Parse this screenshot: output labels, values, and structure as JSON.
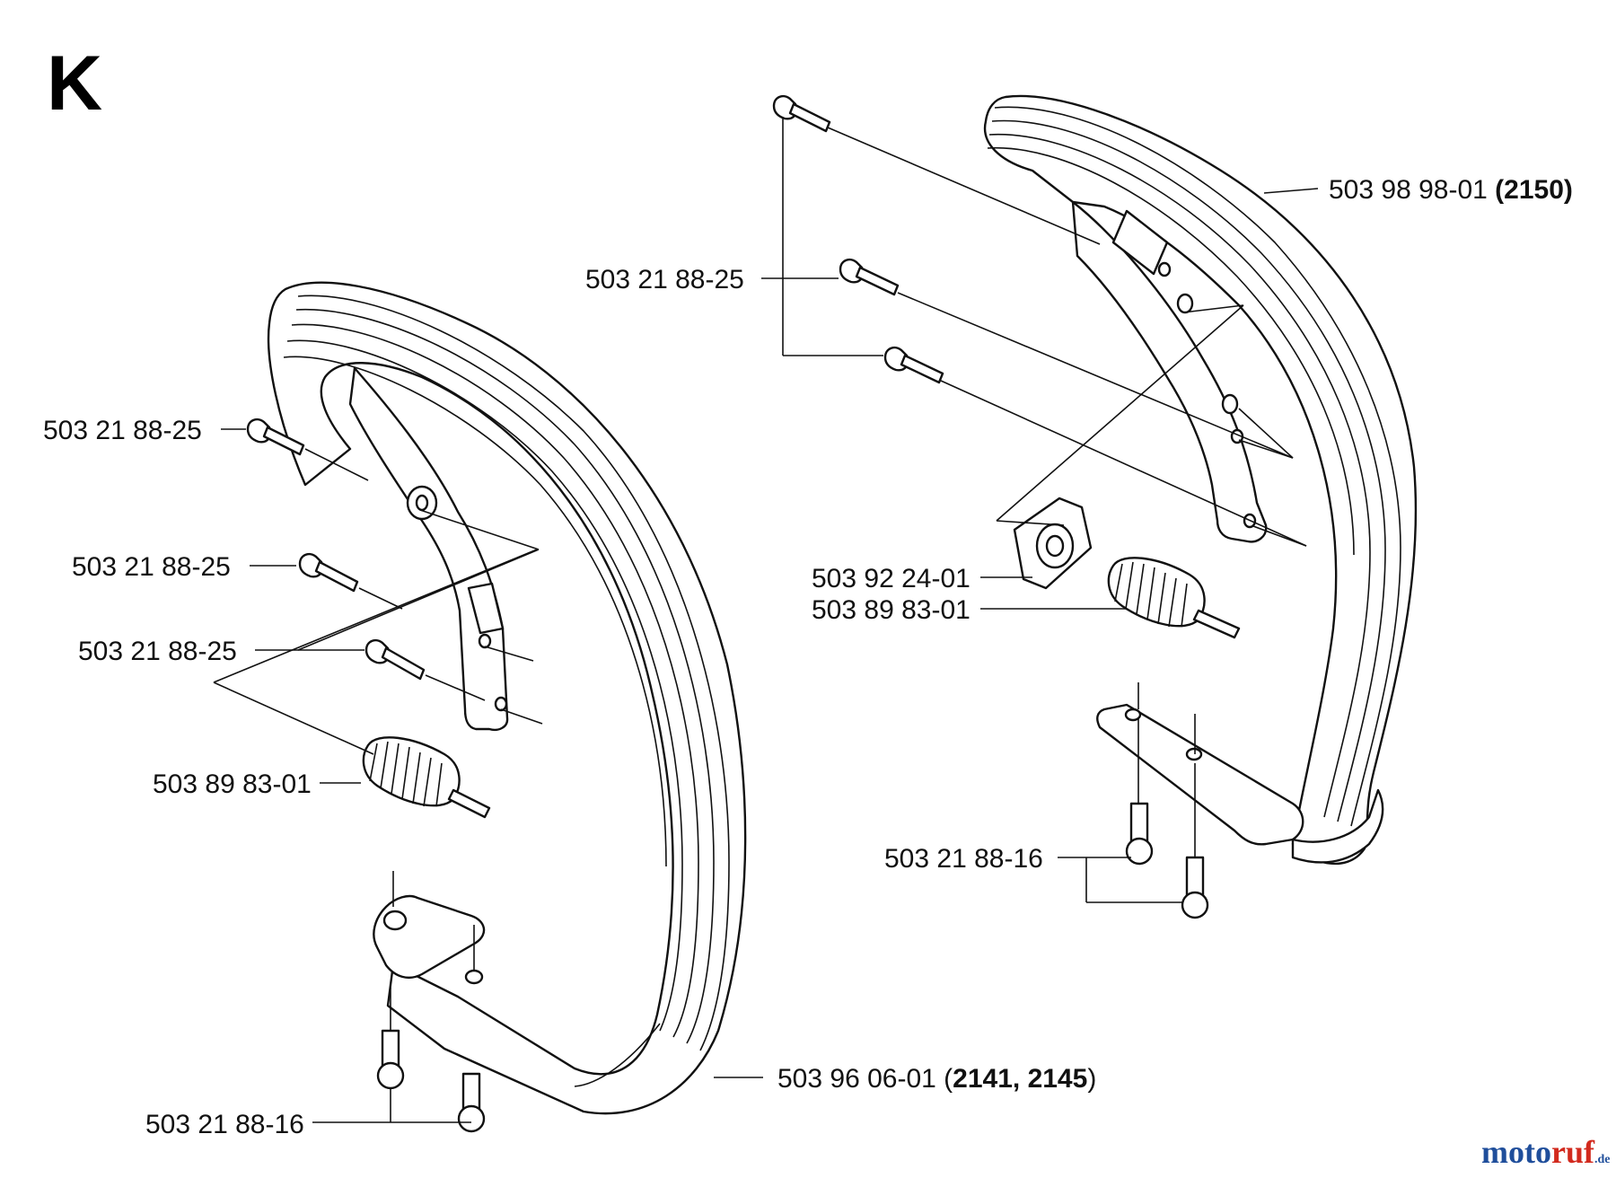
{
  "section_letter": "K",
  "watermark": {
    "prefix": "moto",
    "suffix": "ruf",
    "tld": ".de",
    "colors": [
      "#1f4e9b",
      "#d22a1e",
      "#f0a800",
      "#2a8a3e"
    ]
  },
  "callouts": {
    "left_bolt_1": {
      "number": "503 21 88-25"
    },
    "left_bolt_2": {
      "number": "503 21 88-25"
    },
    "left_bolt_3": {
      "number": "503 21 88-25"
    },
    "left_spring": {
      "number": "503 89 83-01"
    },
    "left_screws": {
      "number": "503 21 88-16"
    },
    "left_handle": {
      "number": "503 96 06-01 ",
      "models_open": "(",
      "models": "2141, 2145",
      "models_close": ")"
    },
    "right_bolts": {
      "number": "503 21 88-25"
    },
    "right_handle": {
      "number": "503 98 98-01 ",
      "models": "(2150)"
    },
    "right_bracket": {
      "number": "503 92 24-01"
    },
    "right_spring": {
      "number": "503 89 83-01"
    },
    "right_screws": {
      "number": "503 21 88-16"
    }
  }
}
